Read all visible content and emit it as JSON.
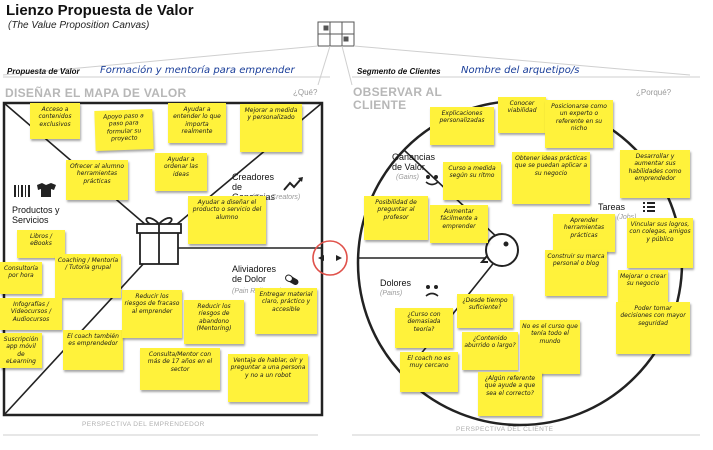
{
  "header": {
    "title": "Lienzo Propuesta de Valor",
    "subtitle": "(The Value Proposition Canvas)"
  },
  "left": {
    "section_label": "Propuesta de Valor",
    "section_value": "Formación y mentoría para emprender",
    "caption": "DISEÑAR EL MAPA DE VALOR",
    "question": "¿Qué?",
    "products_label": "Productos y Servicios",
    "gain_creators_label": "Creadores de Ganancias",
    "gain_creators_sub": "(Gain Creators)",
    "pain_relievers_label": "Aliviadores de Dolor",
    "pain_relievers_sub": "(Pain Relievers)",
    "footer": "PERSPECTIVA DEL EMPRENDEDOR"
  },
  "right": {
    "section_label": "Segmento de Clientes",
    "section_value": "Nombre del arquetipo/s",
    "caption": "OBSERVAR AL CLIENTE",
    "question": "¿Porqué?",
    "gains_label": "Ganancias de Valor",
    "gains_sub": "(Gains)",
    "pains_label": "Dolores",
    "pains_sub": "(Pains)",
    "jobs_label": "Tareas",
    "jobs_sub": "(Jobs)",
    "footer": "PERSPECTIVA DEL CLIENTE"
  },
  "colors": {
    "sticky": "#fff23b",
    "handwriting": "#1b3f9a",
    "frame": "#222222",
    "fit_circle": "#e0524b"
  },
  "icons": [
    "grid-logo-icon",
    "barcode-icon",
    "shirt-icon",
    "gift-icon",
    "chart-up-icon",
    "pill-icon",
    "smile-icon",
    "frown-icon",
    "list-icon",
    "face-icon"
  ],
  "notes": {
    "n1": "Acceso a contenidos exclusivos",
    "n2": "Apoyo paso a paso para formular su proyecto",
    "n3": "Ayudar a entender lo que importa realmente",
    "n4": "Mejorar a medida y personalizado",
    "n5": "Ofrecer al alumno herramientas prácticas",
    "n6": "Ayudar a ordenar las ideas",
    "n7": "Ayudar a diseñar el producto o servicio del alumno",
    "n8": "Libros / eBooks",
    "n9": "Consultoría por hora",
    "n10": "Coaching / Mentoría / Tutoría grupal",
    "n11": "Infografías / Videocursos / Audiocursos",
    "n12": "Suscripción app móvil de eLearning",
    "n13": "El coach también es emprendedor",
    "n14": "Reducir los riesgos de fracaso al emprender",
    "n15": "Reducir los riesgos de abandono (Mentoring)",
    "n16": "Entregar material claro, práctico y accesible",
    "n17": "Consulta/Mentor con más de 17 años en el sector",
    "n18": "Ventaja de hablar, oír y preguntar a una persona y no a un robot",
    "n19": "Explicaciones personalizadas",
    "n20": "Conocer viabilidad",
    "n21": "Posicionarse como un experto o referente en su nicho",
    "n22": "Curso a medida según su ritmo",
    "n23": "Obtener ideas prácticas que se puedan aplicar a su negocio",
    "n24": "Desarrollar y aumentar sus habilidades como emprendedor",
    "n25": "Posibilidad de preguntar al profesor",
    "n26": "Aumentar fácilmente a emprender",
    "n27": "Aprender herramientas prácticas",
    "n28": "Construir su marca personal o blog",
    "n29": "Vincular sus logros, con colegas, amigos y público",
    "n30": "Mejorar o crear su negocio",
    "n31": "¿Curso con demasiada teoría?",
    "n32": "¿Desde tiempo suficiente?",
    "n33": "¿Contenido aburrido o largo?",
    "n34": "No es el curso que tenía todo el mundo",
    "n35": "El coach no es muy cercano",
    "n36": "¿Algún referente que ayude a que sea el correcto?",
    "n37": "Poder tomar decisiones con mayor seguridad"
  }
}
